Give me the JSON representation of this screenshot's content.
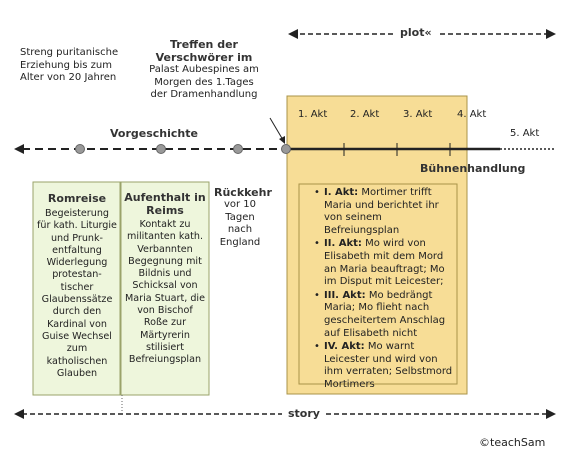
{
  "plot_label": "plot",
  "plot_suffix": "«",
  "story_label": "story",
  "vorgeschichte_label": "Vorgeschichte",
  "buehnenhandlung_label": "Bühnenhandlung",
  "streng_text": "Streng puritanische Erziehung bis zum Alter von 20 Jahren",
  "treffen_title": "Treffen der Verschwörer im",
  "treffen_body": "Palast Aubespines am Morgen des 1.Tages der Dramenhandlung",
  "acts_axis": [
    "1. Akt",
    "2. Akt",
    "3. Akt",
    "4. Akt",
    "5. Akt"
  ],
  "rueckkehr_title": "Rückkehr",
  "rueckkehr_body": "vor 10 Tagen nach England",
  "romreise_title": "Romreise",
  "romreise_body": "Begeisterung für kath. Liturgie und Prunk-entfaltung Widerlegung protestan-tischer Glaubenssätze durch den Kardinal von Guise Wechsel zum katholischen Glauben",
  "reims_title": "Aufenthalt in Reims",
  "reims_body": "Kontakt zu militanten kath. Verbannten Begegnung mit Bildnis und Schicksal von Maria Stuart, die von Bischof Roße zur Märtyrerin stilisiert Befreiungsplan",
  "acts_list": [
    {
      "title": "I. Akt:",
      "text": "Mortimer trifft Maria und berichtet ihr von seinem Befreiungsplan"
    },
    {
      "title": "II. Akt:",
      "text": "Mo wird von Elisabeth mit dem Mord an Maria beauftragt; Mo im Disput mit Leicester;"
    },
    {
      "title": "III. Akt:",
      "text": "Mo bedrängt Maria; Mo flieht  nach gescheitertem Anschlag auf Elisabeth nicht"
    },
    {
      "title": "IV. Akt:",
      "text": "Mo warnt Leicester und wird von ihm verraten; Selbstmord Mortimers"
    }
  ],
  "copyright": "©teachSam",
  "colors": {
    "yellow": "#f7dd96",
    "green": "#eef6dc",
    "dot": "#999999"
  }
}
